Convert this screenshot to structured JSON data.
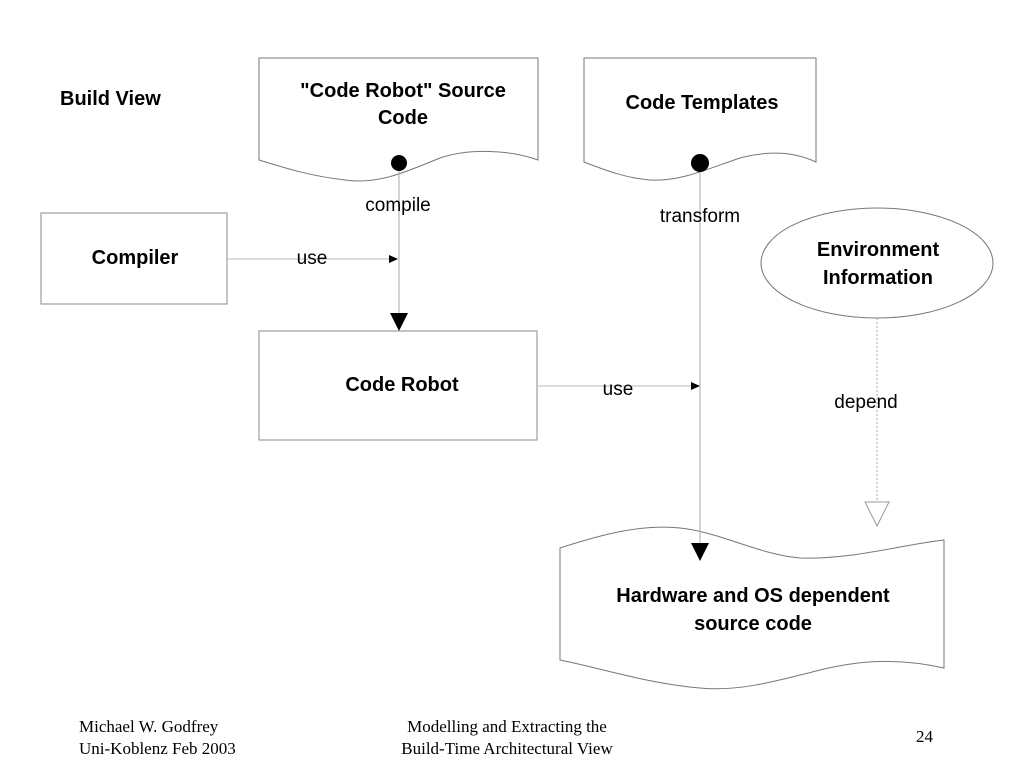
{
  "title": "Build View",
  "nodes": {
    "code_robot_source": {
      "line1": "\"Code Robot\" Source",
      "line2": "Code"
    },
    "code_templates": "Code Templates",
    "compiler": "Compiler",
    "code_robot": "Code Robot",
    "environment": {
      "line1": "Environment",
      "line2": "Information"
    },
    "output": {
      "line1": "Hardware and OS dependent",
      "line2": "source code"
    }
  },
  "edges": {
    "compile": "compile",
    "transform": "transform",
    "compiler_use": "use",
    "robot_use": "use",
    "depend": "depend"
  },
  "footer": {
    "author": "Michael W. Godfrey",
    "venue": "Uni-Koblenz Feb 2003",
    "title_line1": "Modelling and Extracting the",
    "title_line2": "Build-Time Architectural View",
    "page": "24"
  }
}
